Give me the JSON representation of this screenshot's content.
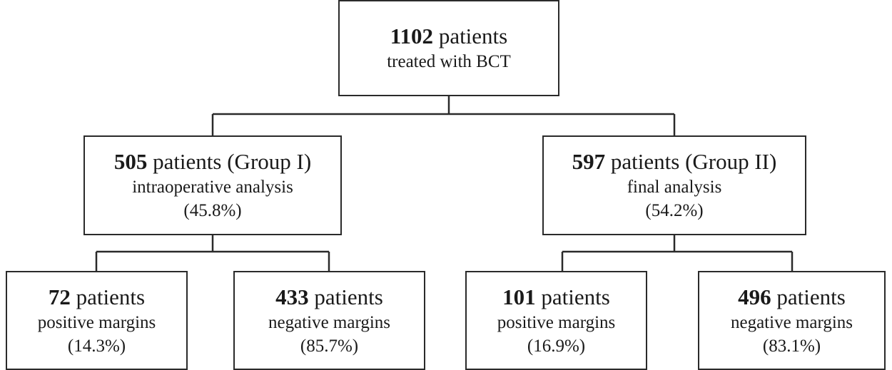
{
  "root": {
    "count": "1102",
    "unit": "patients",
    "desc": "treated with BCT"
  },
  "group1": {
    "count": "505",
    "unit": "patients (Group I)",
    "desc": "intraoperative analysis",
    "pct": "(45.8%)",
    "positive": {
      "count": "72",
      "unit": "patients",
      "desc": "positive margins",
      "pct": "(14.3%)"
    },
    "negative": {
      "count": "433",
      "unit": "patients",
      "desc": "negative margins",
      "pct": "(85.7%)"
    }
  },
  "group2": {
    "count": "597",
    "unit": "patients (Group II)",
    "desc": "final analysis",
    "pct": "(54.2%)",
    "positive": {
      "count": "101",
      "unit": "patients",
      "desc": "positive margins",
      "pct": "(16.9%)"
    },
    "negative": {
      "count": "496",
      "unit": "patients",
      "desc": "negative margins",
      "pct": "(83.1%)"
    }
  }
}
